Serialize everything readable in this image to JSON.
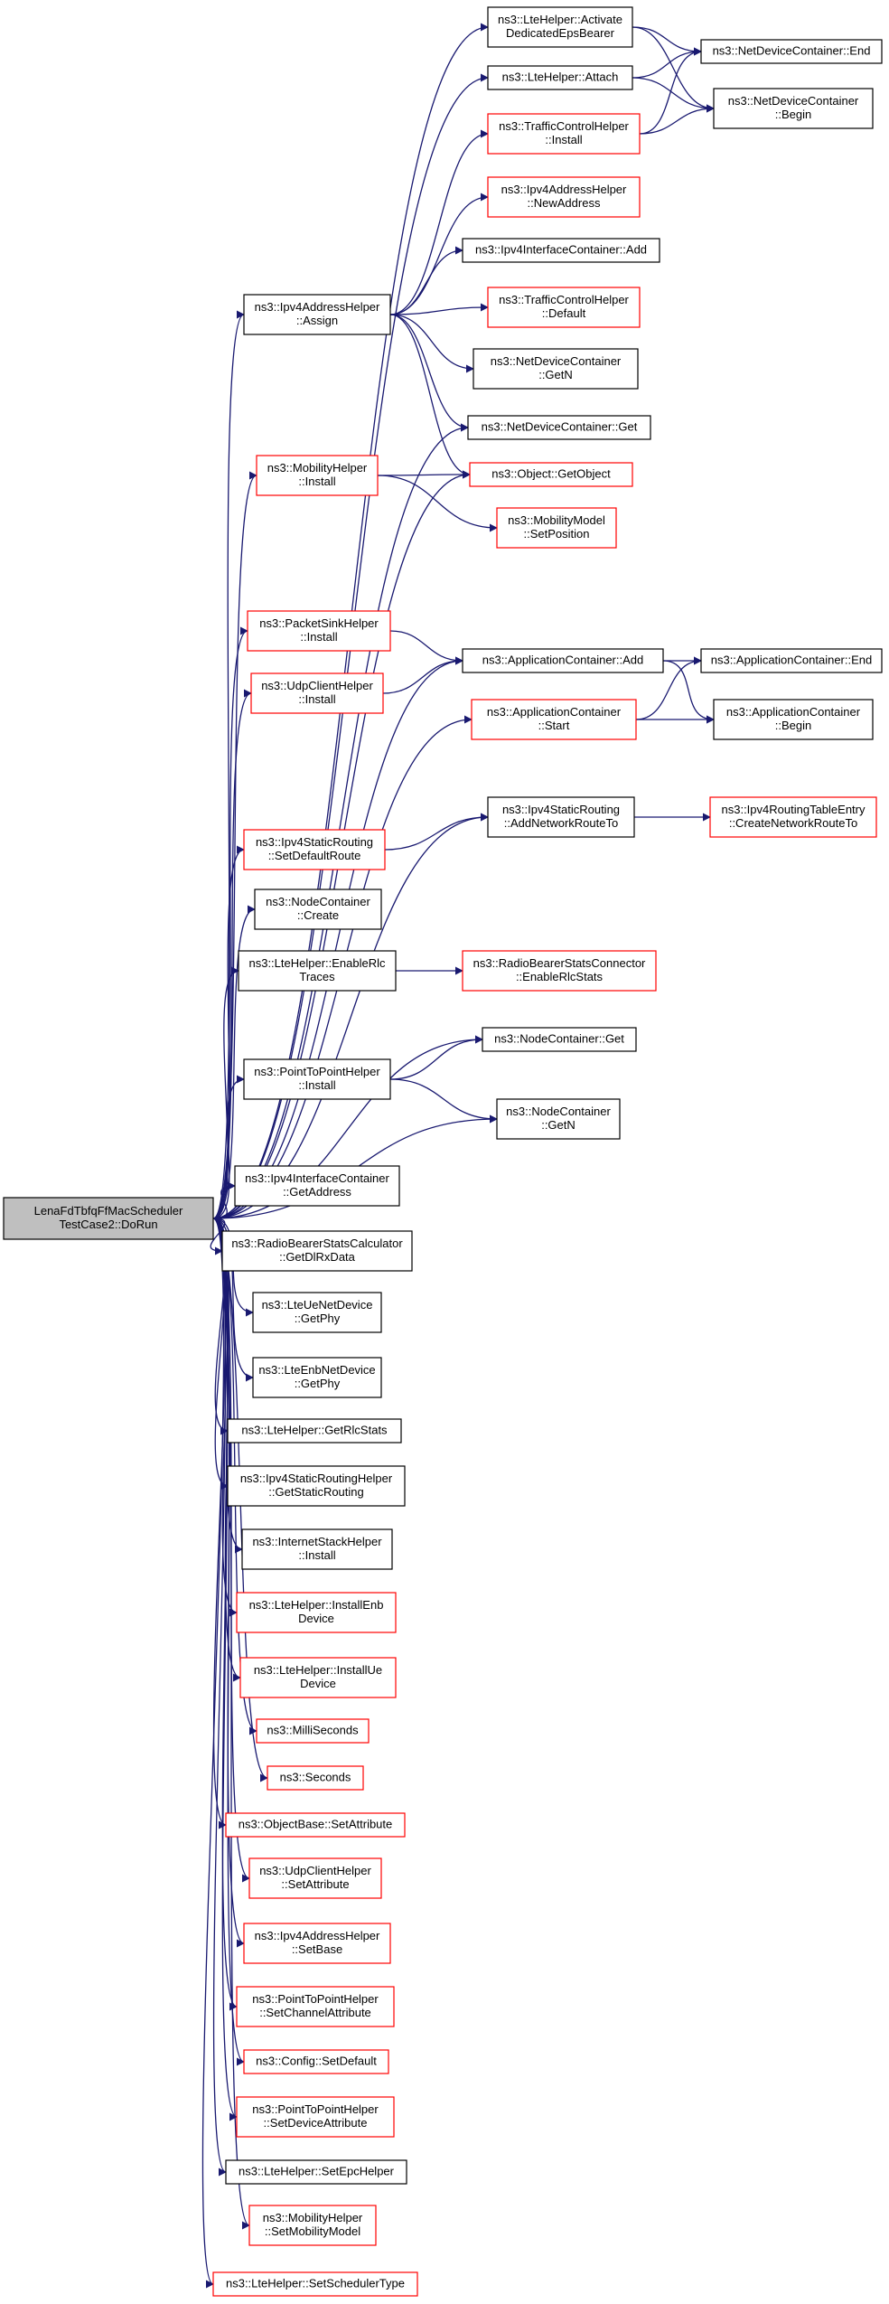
{
  "colors": {
    "edge": "#191970",
    "node_border_default": "#000000",
    "node_border_truncated": "#ff0000",
    "root_fill": "#bfbfbf",
    "node_fill": "#ffffff"
  },
  "nodes": [
    {
      "id": "root",
      "lines": [
        "LenaFdTbfqFfMacScheduler",
        "TestCase2::DoRun"
      ],
      "style": "root"
    },
    {
      "id": "activate",
      "lines": [
        "ns3::LteHelper::Activate",
        "DedicatedEpsBearer"
      ],
      "style": "black"
    },
    {
      "id": "ndc_end",
      "lines": [
        "ns3::NetDeviceContainer::End"
      ],
      "style": "black"
    },
    {
      "id": "attach",
      "lines": [
        "ns3::LteHelper::Attach"
      ],
      "style": "black"
    },
    {
      "id": "ndc_begin",
      "lines": [
        "ns3::NetDeviceContainer",
        "::Begin"
      ],
      "style": "black"
    },
    {
      "id": "tch_install",
      "lines": [
        "ns3::TrafficControlHelper",
        "::Install"
      ],
      "style": "red"
    },
    {
      "id": "ipv4ah_newaddr",
      "lines": [
        "ns3::Ipv4AddressHelper",
        "::NewAddress"
      ],
      "style": "red"
    },
    {
      "id": "ipv4ic_add",
      "lines": [
        "ns3::Ipv4InterfaceContainer::Add"
      ],
      "style": "black"
    },
    {
      "id": "ipv4ah_assign",
      "lines": [
        "ns3::Ipv4AddressHelper",
        "::Assign"
      ],
      "style": "black"
    },
    {
      "id": "tch_default",
      "lines": [
        "ns3::TrafficControlHelper",
        "::Default"
      ],
      "style": "red"
    },
    {
      "id": "ndc_getn",
      "lines": [
        "ns3::NetDeviceContainer",
        "::GetN"
      ],
      "style": "black"
    },
    {
      "id": "ndc_get",
      "lines": [
        "ns3::NetDeviceContainer::Get"
      ],
      "style": "black"
    },
    {
      "id": "mob_install",
      "lines": [
        "ns3::MobilityHelper",
        "::Install"
      ],
      "style": "red"
    },
    {
      "id": "obj_getobject",
      "lines": [
        "ns3::Object::GetObject"
      ],
      "style": "red"
    },
    {
      "id": "mm_setpos",
      "lines": [
        "ns3::MobilityModel",
        "::SetPosition"
      ],
      "style": "red"
    },
    {
      "id": "psh_install",
      "lines": [
        "ns3::PacketSinkHelper",
        "::Install"
      ],
      "style": "red"
    },
    {
      "id": "ac_add",
      "lines": [
        "ns3::ApplicationContainer::Add"
      ],
      "style": "black"
    },
    {
      "id": "ac_end",
      "lines": [
        "ns3::ApplicationContainer::End"
      ],
      "style": "black"
    },
    {
      "id": "uch_install",
      "lines": [
        "ns3::UdpClientHelper",
        "::Install"
      ],
      "style": "red"
    },
    {
      "id": "ac_start",
      "lines": [
        "ns3::ApplicationContainer",
        "::Start"
      ],
      "style": "red"
    },
    {
      "id": "ac_begin",
      "lines": [
        "ns3::ApplicationContainer",
        "::Begin"
      ],
      "style": "black"
    },
    {
      "id": "isr_addnet",
      "lines": [
        "ns3::Ipv4StaticRouting",
        "::AddNetworkRouteTo"
      ],
      "style": "black"
    },
    {
      "id": "irte_create",
      "lines": [
        "ns3::Ipv4RoutingTableEntry",
        "::CreateNetworkRouteTo"
      ],
      "style": "red"
    },
    {
      "id": "isr_setdefault",
      "lines": [
        "ns3::Ipv4StaticRouting",
        "::SetDefaultRoute"
      ],
      "style": "red"
    },
    {
      "id": "nc_create",
      "lines": [
        "ns3::NodeContainer",
        "::Create"
      ],
      "style": "black"
    },
    {
      "id": "lte_enablerlc",
      "lines": [
        "ns3::LteHelper::EnableRlc",
        "Traces"
      ],
      "style": "black"
    },
    {
      "id": "rbsc_enable",
      "lines": [
        "ns3::RadioBearerStatsConnector",
        "::EnableRlcStats"
      ],
      "style": "red"
    },
    {
      "id": "nc_get",
      "lines": [
        "ns3::NodeContainer::Get"
      ],
      "style": "black"
    },
    {
      "id": "p2p_install",
      "lines": [
        "ns3::PointToPointHelper",
        "::Install"
      ],
      "style": "black"
    },
    {
      "id": "nc_getn",
      "lines": [
        "ns3::NodeContainer",
        "::GetN"
      ],
      "style": "black"
    },
    {
      "id": "ipv4ic_getaddr",
      "lines": [
        "ns3::Ipv4InterfaceContainer",
        "::GetAddress"
      ],
      "style": "black"
    },
    {
      "id": "rbscalc_getdl",
      "lines": [
        "ns3::RadioBearerStatsCalculator",
        "::GetDlRxData"
      ],
      "style": "black"
    },
    {
      "id": "ltue_getphy",
      "lines": [
        "ns3::LteUeNetDevice",
        "::GetPhy"
      ],
      "style": "black"
    },
    {
      "id": "lten_getphy",
      "lines": [
        "ns3::LteEnbNetDevice",
        "::GetPhy"
      ],
      "style": "black"
    },
    {
      "id": "lte_getrlc",
      "lines": [
        "ns3::LteHelper::GetRlcStats"
      ],
      "style": "black"
    },
    {
      "id": "isrh_getstatic",
      "lines": [
        "ns3::Ipv4StaticRoutingHelper",
        "::GetStaticRouting"
      ],
      "style": "black"
    },
    {
      "id": "ish_install",
      "lines": [
        "ns3::InternetStackHelper",
        "::Install"
      ],
      "style": "black"
    },
    {
      "id": "lte_installenb",
      "lines": [
        "ns3::LteHelper::InstallEnb",
        "Device"
      ],
      "style": "red"
    },
    {
      "id": "lte_installue",
      "lines": [
        "ns3::LteHelper::InstallUe",
        "Device"
      ],
      "style": "red"
    },
    {
      "id": "milliseconds",
      "lines": [
        "ns3::MilliSeconds"
      ],
      "style": "red"
    },
    {
      "id": "seconds",
      "lines": [
        "ns3::Seconds"
      ],
      "style": "red"
    },
    {
      "id": "ob_setattr",
      "lines": [
        "ns3::ObjectBase::SetAttribute"
      ],
      "style": "red"
    },
    {
      "id": "uch_setattr",
      "lines": [
        "ns3::UdpClientHelper",
        "::SetAttribute"
      ],
      "style": "red"
    },
    {
      "id": "ipv4ah_setbase",
      "lines": [
        "ns3::Ipv4AddressHelper",
        "::SetBase"
      ],
      "style": "red"
    },
    {
      "id": "p2p_setchan",
      "lines": [
        "ns3::PointToPointHelper",
        "::SetChannelAttribute"
      ],
      "style": "red"
    },
    {
      "id": "config_setdefault",
      "lines": [
        "ns3::Config::SetDefault"
      ],
      "style": "red"
    },
    {
      "id": "p2p_setdev",
      "lines": [
        "ns3::PointToPointHelper",
        "::SetDeviceAttribute"
      ],
      "style": "red"
    },
    {
      "id": "lte_setepc",
      "lines": [
        "ns3::LteHelper::SetEpcHelper"
      ],
      "style": "black"
    },
    {
      "id": "mob_setmodel",
      "lines": [
        "ns3::MobilityHelper",
        "::SetMobilityModel"
      ],
      "style": "red"
    },
    {
      "id": "lte_setsched",
      "lines": [
        "ns3::LteHelper::SetSchedulerType"
      ],
      "style": "red"
    }
  ],
  "edges": [
    [
      "root",
      "activate"
    ],
    [
      "root",
      "attach"
    ],
    [
      "root",
      "ipv4ah_assign"
    ],
    [
      "root",
      "ndc_get"
    ],
    [
      "root",
      "mob_install"
    ],
    [
      "root",
      "obj_getobject"
    ],
    [
      "root",
      "psh_install"
    ],
    [
      "root",
      "ac_add"
    ],
    [
      "root",
      "uch_install"
    ],
    [
      "root",
      "ac_start"
    ],
    [
      "root",
      "isr_addnet"
    ],
    [
      "root",
      "isr_setdefault"
    ],
    [
      "root",
      "nc_create"
    ],
    [
      "root",
      "lte_enablerlc"
    ],
    [
      "root",
      "nc_get"
    ],
    [
      "root",
      "p2p_install"
    ],
    [
      "root",
      "nc_getn"
    ],
    [
      "root",
      "ipv4ic_getaddr"
    ],
    [
      "root",
      "rbscalc_getdl"
    ],
    [
      "root",
      "ltue_getphy"
    ],
    [
      "root",
      "lten_getphy"
    ],
    [
      "root",
      "lte_getrlc"
    ],
    [
      "root",
      "isrh_getstatic"
    ],
    [
      "root",
      "ish_install"
    ],
    [
      "root",
      "lte_installenb"
    ],
    [
      "root",
      "lte_installue"
    ],
    [
      "root",
      "milliseconds"
    ],
    [
      "root",
      "seconds"
    ],
    [
      "root",
      "ob_setattr"
    ],
    [
      "root",
      "uch_setattr"
    ],
    [
      "root",
      "ipv4ah_setbase"
    ],
    [
      "root",
      "p2p_setchan"
    ],
    [
      "root",
      "config_setdefault"
    ],
    [
      "root",
      "p2p_setdev"
    ],
    [
      "root",
      "lte_setepc"
    ],
    [
      "root",
      "mob_setmodel"
    ],
    [
      "root",
      "lte_setsched"
    ],
    [
      "activate",
      "ndc_end"
    ],
    [
      "activate",
      "ndc_begin"
    ],
    [
      "attach",
      "ndc_end"
    ],
    [
      "attach",
      "ndc_begin"
    ],
    [
      "tch_install",
      "ndc_end"
    ],
    [
      "tch_install",
      "ndc_begin"
    ],
    [
      "ipv4ah_assign",
      "tch_install"
    ],
    [
      "ipv4ah_assign",
      "ipv4ah_newaddr"
    ],
    [
      "ipv4ah_assign",
      "ipv4ic_add"
    ],
    [
      "ipv4ah_assign",
      "tch_default"
    ],
    [
      "ipv4ah_assign",
      "ndc_getn"
    ],
    [
      "ipv4ah_assign",
      "ndc_get"
    ],
    [
      "ipv4ah_assign",
      "obj_getobject"
    ],
    [
      "mob_install",
      "obj_getobject"
    ],
    [
      "mob_install",
      "mm_setpos"
    ],
    [
      "psh_install",
      "ac_add"
    ],
    [
      "uch_install",
      "ac_add"
    ],
    [
      "ac_add",
      "ac_end"
    ],
    [
      "ac_add",
      "ac_begin"
    ],
    [
      "ac_start",
      "ac_end"
    ],
    [
      "ac_start",
      "ac_begin"
    ],
    [
      "isr_addnet",
      "irte_create"
    ],
    [
      "isr_setdefault",
      "isr_addnet"
    ],
    [
      "lte_enablerlc",
      "rbsc_enable"
    ],
    [
      "p2p_install",
      "nc_get"
    ],
    [
      "p2p_install",
      "nc_getn"
    ]
  ]
}
